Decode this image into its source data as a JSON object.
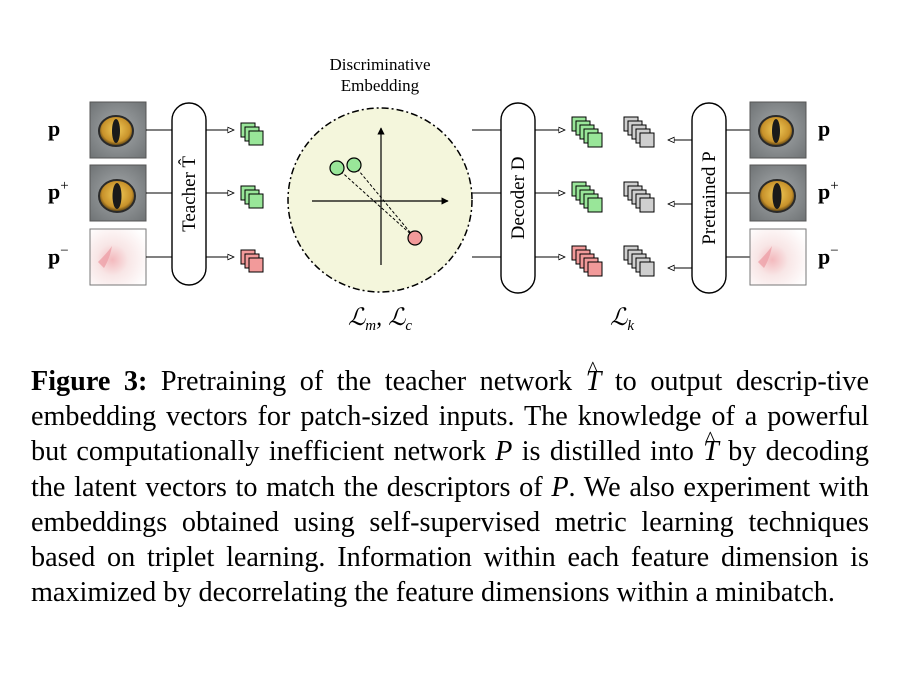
{
  "figure": {
    "patch_labels": [
      "p",
      "p+",
      "p−"
    ],
    "teacher_label": "Teacher T̂",
    "embedding_title": [
      "Discriminative",
      "Embedding"
    ],
    "decoder_label": "Decoder D",
    "pretrained_label": "Pretrained P",
    "loss_left": "ℒm, ℒc",
    "loss_right": "ℒk",
    "colors": {
      "positive_fill": "#99e699",
      "negative_fill": "#f29a9a",
      "gray_fill": "#cfcfcf",
      "embedding_bg": "#f4f6dc",
      "cat_eye": "#d9a83a",
      "cat_fur": "#8e9294",
      "white_fur": "#f5ecec"
    },
    "icons": [
      "cat-eye-patch-icon",
      "white-fur-patch-icon"
    ]
  },
  "caption": {
    "label": "Figure 3:",
    "segments": [
      " Pretraining of the teacher network ",
      "T",
      " to output descrip-tive embedding vectors for patch-sized inputs. The knowledge of a powerful but computationally inefficient network ",
      "P",
      " is distilled into ",
      "T",
      " by decoding the latent vectors to match the descriptors of ",
      "P",
      ". We also experiment with embeddings obtained using self-supervised metric learning techniques based on triplet learning. Information within each feature dimension is maximized by decorrelating the feature dimensions within a minibatch."
    ]
  }
}
